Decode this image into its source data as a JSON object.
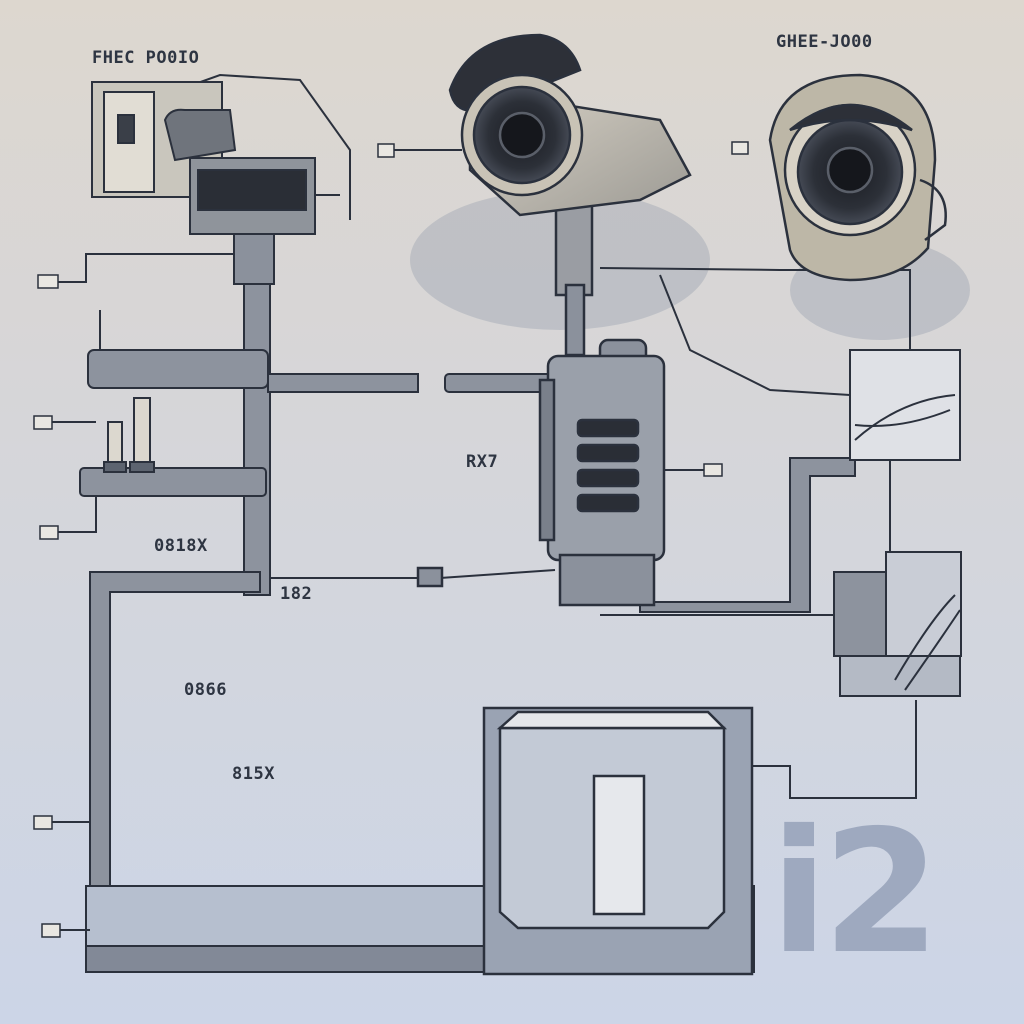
{
  "labels": {
    "top_left": "FHEC PO0IO",
    "top_right": "GHEE-JO00",
    "controller": "RX7",
    "left_mid": "0818X",
    "small_mid": "182",
    "left_low1": "0866",
    "left_low2": "815X"
  },
  "watermark": "i2",
  "colors": {
    "bg_top": "#ddd7cf",
    "bg_bottom": "#cfd7e8",
    "line": "#2b313d",
    "pipe": "#8b919c",
    "pipe_dark": "#5d6470",
    "device": "#a9adb4",
    "watermark": "#9ea9bf"
  }
}
